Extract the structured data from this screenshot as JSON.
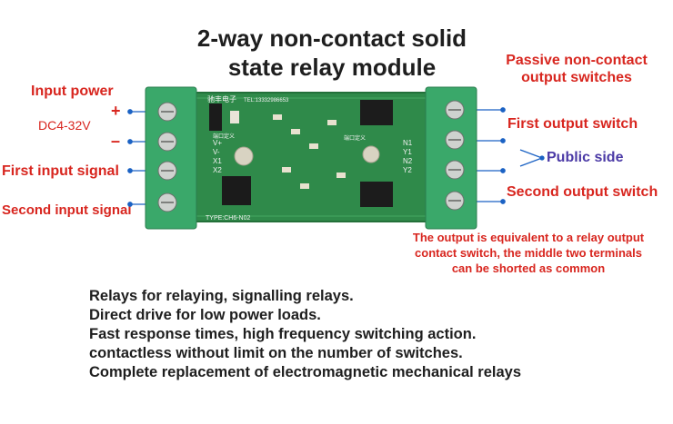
{
  "title_lines": [
    "2-way non-contact solid",
    "state relay module"
  ],
  "labels": {
    "input_power": "Input power",
    "plus": "+",
    "minus": "–",
    "voltage": "DC4-32V",
    "first_input": "First input signal",
    "second_input": "Second input signal",
    "passive_line1": "Passive non-contact",
    "passive_line2": "output switches",
    "first_output": "First output switch",
    "public_side": "Public side",
    "second_output": "Second output switch"
  },
  "note_lines": [
    "The output is equivalent to a relay output",
    "contact switch, the middle two terminals",
    "can be shorted as common"
  ],
  "features": [
    "Relays for relaying, signalling relays.",
    "Direct drive for low power loads.",
    "Fast response times, high frequency switching action.",
    "contactless without limit on the number of switches.",
    "Complete replacement of electromagnetic mechanical relays"
  ],
  "board_text": {
    "brand": "驰丰电子",
    "tel": "TEL:13332986653",
    "port_left": "端口定义",
    "port_right": "端口定义",
    "left_pins": [
      "V+",
      "V-",
      "X1",
      "X2"
    ],
    "right_pins": [
      "N1",
      "Y1",
      "N2",
      "Y2"
    ],
    "type": "TYPE:CH6-N02"
  },
  "colors": {
    "label_red": "#d8261f",
    "label_blue": "#4b3aa6",
    "pcb_green": "#2f8a4a",
    "terminal_green": "#3aa86a",
    "pointer_blue": "#1b62c4"
  }
}
